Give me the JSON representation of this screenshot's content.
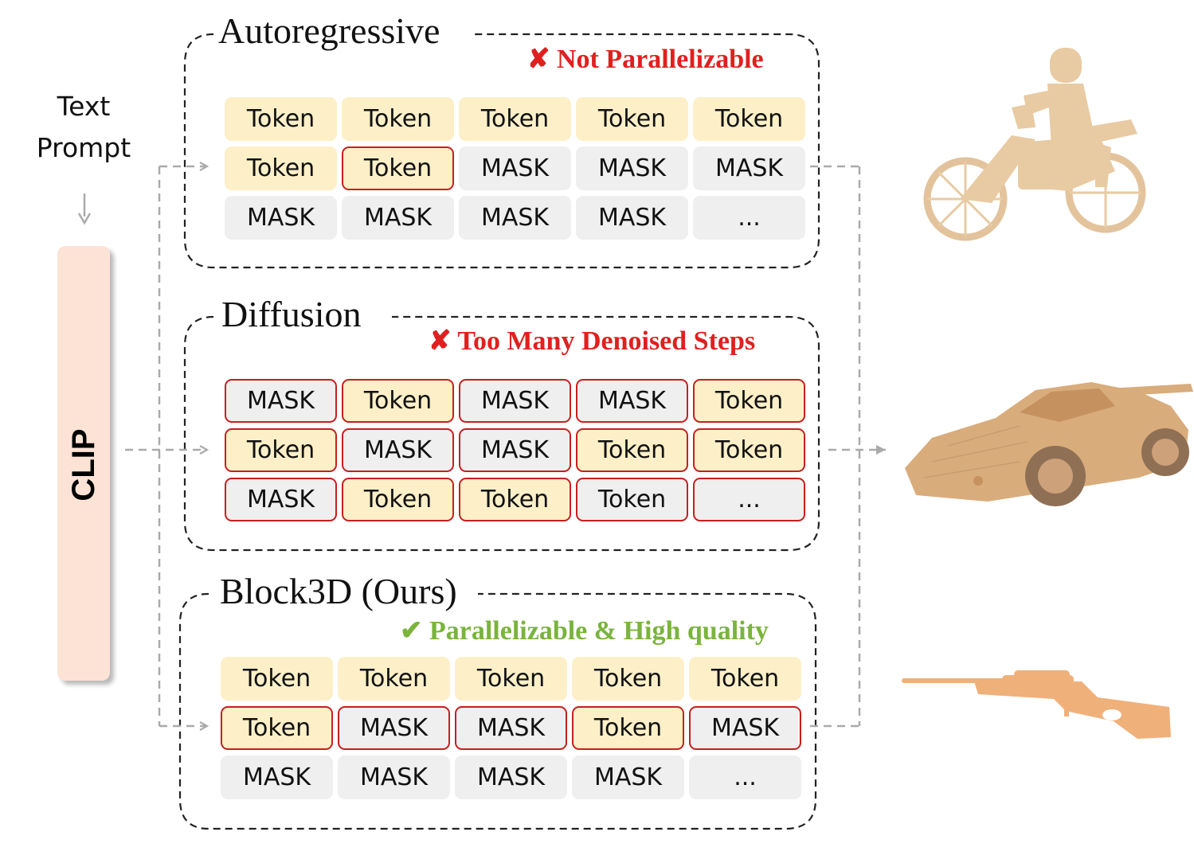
{
  "text_prompt": {
    "line1": "Text",
    "line2": "Prompt"
  },
  "encoder": {
    "label": "CLIP"
  },
  "sections": [
    {
      "title": "Autoregressive",
      "status": {
        "icon": "cross-mark",
        "symbol": "✘",
        "text": "Not Parallelizable",
        "color": "#e02020"
      },
      "cells": [
        {
          "text": "Token",
          "kind": "token",
          "highlight": false
        },
        {
          "text": "Token",
          "kind": "token",
          "highlight": false
        },
        {
          "text": "Token",
          "kind": "token",
          "highlight": false
        },
        {
          "text": "Token",
          "kind": "token",
          "highlight": false
        },
        {
          "text": "Token",
          "kind": "token",
          "highlight": false
        },
        {
          "text": "Token",
          "kind": "token",
          "highlight": false
        },
        {
          "text": "Token",
          "kind": "token",
          "highlight": true
        },
        {
          "text": "MASK",
          "kind": "mask",
          "highlight": false
        },
        {
          "text": "MASK",
          "kind": "mask",
          "highlight": false
        },
        {
          "text": "MASK",
          "kind": "mask",
          "highlight": false
        },
        {
          "text": "MASK",
          "kind": "mask",
          "highlight": false
        },
        {
          "text": "MASK",
          "kind": "mask",
          "highlight": false
        },
        {
          "text": "MASK",
          "kind": "mask",
          "highlight": false
        },
        {
          "text": "MASK",
          "kind": "mask",
          "highlight": false
        },
        {
          "text": "...",
          "kind": "mask",
          "highlight": false
        }
      ]
    },
    {
      "title": "Diffusion",
      "status": {
        "icon": "cross-mark",
        "symbol": "✘",
        "text": "Too Many Denoised Steps",
        "color": "#e02020"
      },
      "cells": [
        {
          "text": "MASK",
          "kind": "mask",
          "highlight": true
        },
        {
          "text": "Token",
          "kind": "token",
          "highlight": true
        },
        {
          "text": "MASK",
          "kind": "mask",
          "highlight": true
        },
        {
          "text": "MASK",
          "kind": "mask",
          "highlight": true
        },
        {
          "text": "Token",
          "kind": "token",
          "highlight": true
        },
        {
          "text": "Token",
          "kind": "token",
          "highlight": true
        },
        {
          "text": "MASK",
          "kind": "mask",
          "highlight": true
        },
        {
          "text": "MASK",
          "kind": "mask",
          "highlight": true
        },
        {
          "text": "Token",
          "kind": "token",
          "highlight": true
        },
        {
          "text": "Token",
          "kind": "token",
          "highlight": true
        },
        {
          "text": "MASK",
          "kind": "mask",
          "highlight": true
        },
        {
          "text": "Token",
          "kind": "token",
          "highlight": true
        },
        {
          "text": "Token",
          "kind": "token",
          "highlight": true
        },
        {
          "text": "Token",
          "kind": "mask",
          "highlight": true
        },
        {
          "text": "...",
          "kind": "mask",
          "highlight": true
        }
      ]
    },
    {
      "title": "Block3D (Ours)",
      "status": {
        "icon": "check-mark",
        "symbol": "✔",
        "text": "Parallelizable & High quality",
        "color": "#7ab43c"
      },
      "cells": [
        {
          "text": "Token",
          "kind": "token",
          "highlight": false
        },
        {
          "text": "Token",
          "kind": "token",
          "highlight": false
        },
        {
          "text": "Token",
          "kind": "token",
          "highlight": false
        },
        {
          "text": "Token",
          "kind": "token",
          "highlight": false
        },
        {
          "text": "Token",
          "kind": "token",
          "highlight": false
        },
        {
          "text": "Token",
          "kind": "token",
          "highlight": true
        },
        {
          "text": "MASK",
          "kind": "mask",
          "highlight": true
        },
        {
          "text": "MASK",
          "kind": "mask",
          "highlight": true
        },
        {
          "text": "Token",
          "kind": "token",
          "highlight": true
        },
        {
          "text": "MASK",
          "kind": "mask",
          "highlight": true
        },
        {
          "text": "MASK",
          "kind": "mask",
          "highlight": false
        },
        {
          "text": "MASK",
          "kind": "mask",
          "highlight": false
        },
        {
          "text": "MASK",
          "kind": "mask",
          "highlight": false
        },
        {
          "text": "MASK",
          "kind": "mask",
          "highlight": false
        },
        {
          "text": "...",
          "kind": "mask",
          "highlight": false
        }
      ]
    }
  ],
  "outputs": [
    {
      "icon": "motorcycle-model",
      "color": "#e8cba3"
    },
    {
      "icon": "sports-car-model",
      "color": "#d9ac7c"
    },
    {
      "icon": "sniper-rifle-model",
      "color": "#f0b07a"
    }
  ],
  "colors": {
    "token_fill": "#fdf0c8",
    "mask_fill": "#efefef",
    "highlight_border": "#c81e1e",
    "clip_fill": "#fde3d6"
  }
}
